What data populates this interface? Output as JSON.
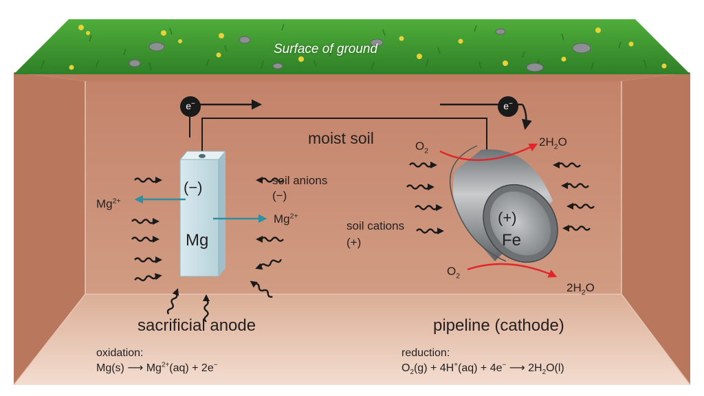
{
  "labels": {
    "surface": "Surface of ground",
    "moist_soil": "moist soil",
    "anode_charge": "(−)",
    "anode_metal": "Mg",
    "cathode_charge": "(+)",
    "cathode_metal": "Fe",
    "soil_anions": "soil anions",
    "soil_anions_charge": "(−)",
    "soil_cations": "soil cations",
    "soil_cations_charge": "(+)",
    "mg_ion_base": "Mg",
    "mg_ion_charge": "2+",
    "electron_base": "e",
    "electron_charge": "−",
    "o2_base": "O",
    "o2_sub": "2",
    "water_pre": "2H",
    "water_sub": "2",
    "water_post": "O",
    "sacrificial_anode": "sacrificial anode",
    "pipeline_cathode": "pipeline (cathode)"
  },
  "equations": {
    "oxidation_title": "oxidation:",
    "ox_left": "Mg(s) ⟶ Mg",
    "ox_sup": "2+",
    "ox_right": "(aq) + 2e",
    "ox_e_sup": "−",
    "reduction_title": "reduction:",
    "red_o": "O",
    "red_o_sub": "2",
    "red_mid": "(g) + 4H",
    "red_h_sup": "+",
    "red_mid2": "(aq) + 4e",
    "red_e_sup": "−",
    "red_arrow_pre": " ⟶ 2H",
    "red_w_sub": "2",
    "red_end": "O(l)"
  },
  "colors": {
    "grass": "#3f9b32",
    "soil": "#c98a6e",
    "anode": "#c5dde3",
    "pipe": "#8f9396",
    "ion_arrow": "#2f8f9e",
    "o2_arrow": "#e0262b",
    "wire": "#1a1a1a"
  }
}
